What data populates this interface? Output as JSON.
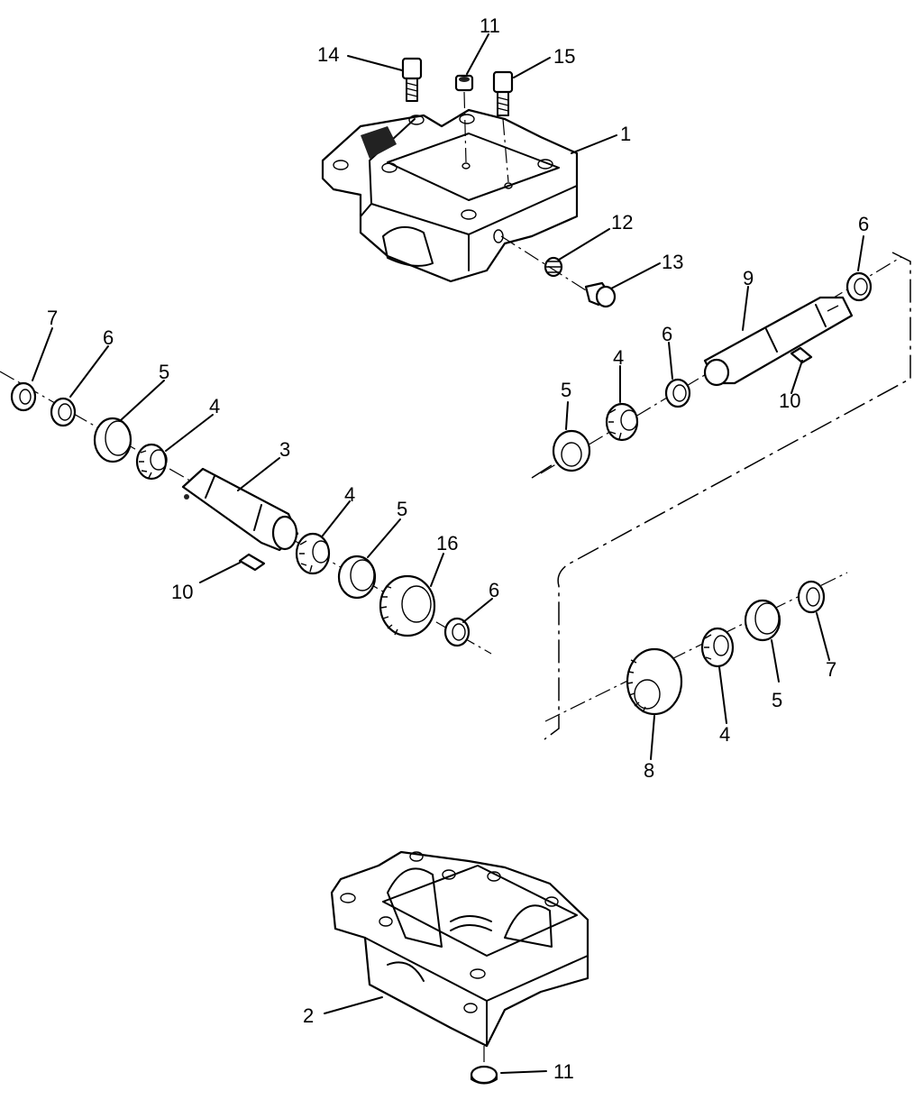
{
  "callouts": [
    {
      "id": "c14",
      "text": "14"
    },
    {
      "id": "c11a",
      "text": "11"
    },
    {
      "id": "c15",
      "text": "15"
    },
    {
      "id": "c1",
      "text": "1"
    },
    {
      "id": "c12",
      "text": "12"
    },
    {
      "id": "c13",
      "text": "13"
    },
    {
      "id": "c6a",
      "text": "6"
    },
    {
      "id": "c9",
      "text": "9"
    },
    {
      "id": "c6b",
      "text": "6"
    },
    {
      "id": "c4a",
      "text": "4"
    },
    {
      "id": "c5a",
      "text": "5"
    },
    {
      "id": "c10a",
      "text": "10"
    },
    {
      "id": "c7a",
      "text": "7"
    },
    {
      "id": "c6c",
      "text": "6"
    },
    {
      "id": "c5b",
      "text": "5"
    },
    {
      "id": "c4b",
      "text": "4"
    },
    {
      "id": "c3",
      "text": "3"
    },
    {
      "id": "c4c",
      "text": "4"
    },
    {
      "id": "c5c",
      "text": "5"
    },
    {
      "id": "c16",
      "text": "16"
    },
    {
      "id": "c6d",
      "text": "6"
    },
    {
      "id": "c10b",
      "text": "10"
    },
    {
      "id": "c7b",
      "text": "7"
    },
    {
      "id": "c5d",
      "text": "5"
    },
    {
      "id": "c4d",
      "text": "4"
    },
    {
      "id": "c8",
      "text": "8"
    },
    {
      "id": "c2",
      "text": "2"
    },
    {
      "id": "c11b",
      "text": "11"
    }
  ]
}
